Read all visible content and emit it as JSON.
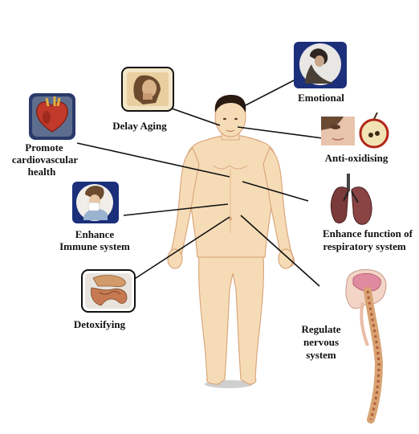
{
  "labels": {
    "delay_aging": "Delay Aging",
    "emotional": "Emotional",
    "cardio": [
      "Promote",
      "cardiovascular",
      "health"
    ],
    "antiox": "Anti-oxidising",
    "immune": [
      "Enhance",
      "Immune system"
    ],
    "respiratory": [
      "Enhance function of",
      "respiratory system"
    ],
    "detox": "Detoxifying",
    "nervous": [
      "Regulate",
      "nervous",
      "system"
    ]
  },
  "icons": {
    "delay_aging": "aging-woman-photo",
    "emotional": "stressed-woman-photo",
    "cardio": "heart-icon",
    "antiox": "apple-face-photo",
    "immune": "sick-child-photo",
    "respiratory": "lungs-icon",
    "detox": "intestines-icon",
    "nervous": "spine-brain-icon"
  },
  "colors": {
    "skin": "#f6dcb6",
    "skin_outline": "#d9a77e",
    "hair": "#2a1a12",
    "line": "#111111",
    "thumb_bg": "#1b2f7a"
  }
}
